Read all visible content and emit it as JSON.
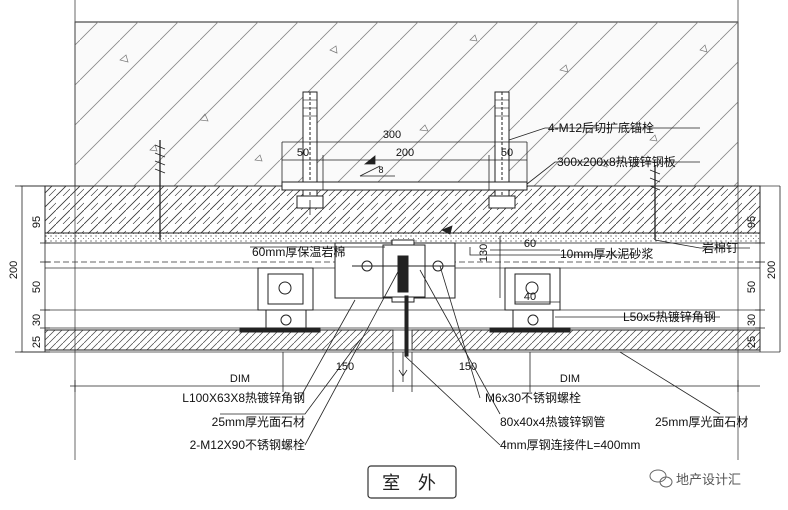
{
  "labels": {
    "anchor_bolt": "4-M12后切扩底锚栓",
    "steel_plate": "300x200x8热镀锌钢板",
    "insulation": "60mm厚保温岩棉",
    "mortar": "10mm厚水泥砂浆",
    "rock_nail": "岩棉钉",
    "angle_small": "L50x5热镀锌角钢",
    "angle_big": "L100X63X8热镀锌角钢",
    "stone_left": "25mm厚光面石材",
    "bolts_m12": "2-M12X90不锈钢螺栓",
    "bolt_m6": "M6x30不锈钢螺栓",
    "tube": "80x40x4热镀锌钢管",
    "connector": "4mm厚钢连接件L=400mm",
    "stone_right": "25mm厚光面石材"
  },
  "dims": {
    "d300": "300",
    "d200": "200",
    "d50a": "50",
    "d50b": "50",
    "d60": "60",
    "d40": "40",
    "d150a": "150",
    "d150b": "150",
    "d130": "130",
    "dim_left": "DIM",
    "dim_right": "DIM",
    "left": [
      "95",
      "200",
      "50",
      "30",
      "25"
    ],
    "right": [
      "95",
      "200",
      "50",
      "30",
      "25"
    ],
    "weld": "8"
  },
  "footer": {
    "outdoor": "室 外",
    "watermark": "地产设计汇"
  }
}
